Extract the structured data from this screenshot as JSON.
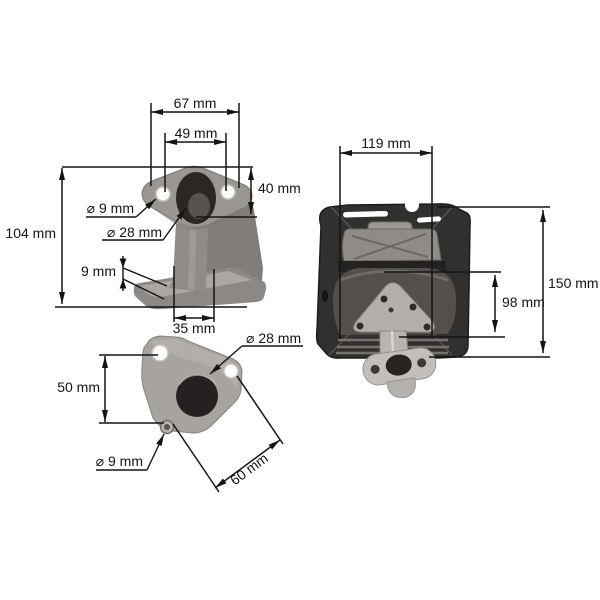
{
  "drawing": {
    "background": "#ffffff",
    "annotation_color": "#141414",
    "part_gray": "#989490",
    "muffler_dark": "#32302e",
    "views": {
      "manifold_front": {
        "dims": {
          "flange_width": "67 mm",
          "bolt_spacing": "49 mm",
          "flange_height": "40 mm",
          "bolt_hole_diameter": "⌀ 9 mm",
          "port_diameter": "⌀ 28 mm",
          "overall_height": "104 mm",
          "base_thickness": "9 mm",
          "base_width": "35 mm"
        }
      },
      "flange_bottom": {
        "dims": {
          "port_diameter": "⌀ 28 mm",
          "bolt_spacing_vertical": "50 mm",
          "bolt_hole_diameter": "⌀ 9 mm",
          "bolt_spacing_diagonal": "60 mm"
        }
      },
      "muffler_front": {
        "dims": {
          "width": "119 mm",
          "overall_height": "150 mm",
          "body_height": "98 mm"
        }
      }
    }
  }
}
